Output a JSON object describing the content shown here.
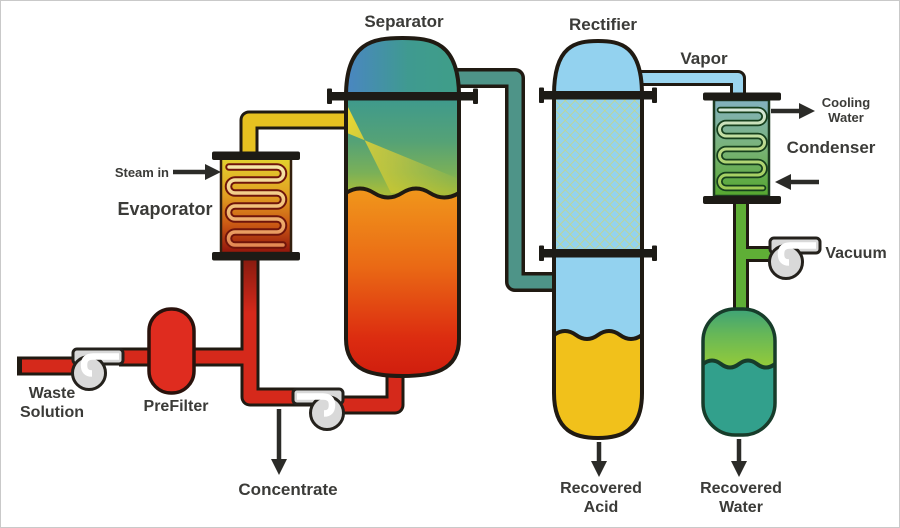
{
  "labels": {
    "separator": "Separator",
    "rectifier": "Rectifier",
    "vapor": "Vapor",
    "cooling_water_line1": "Cooling",
    "cooling_water_line2": "Water",
    "condenser": "Condenser",
    "vacuum": "Vacuum",
    "steam_in": "Steam in",
    "evaporator": "Evaporator",
    "waste_solution_line1": "Waste",
    "waste_solution_line2": "Solution",
    "prefilter": "PreFilter",
    "concentrate": "Concentrate",
    "recovered_acid_line1": "Recovered",
    "recovered_acid_line2": "Acid",
    "recovered_water_line1": "Recovered",
    "recovered_water_line2": "Water"
  },
  "colors": {
    "feed_pipe_red": "#d5291b",
    "heated_feed_yellow": "#e7c120",
    "overhead_pipe_teal": "#4e9488",
    "vapor_pipe_blue": "#9bd5ef",
    "condensate_pipe_green": "#5faf36",
    "recovered_acid_gold": "#f1c11b",
    "separator_liquid_orange_red": "#e85f14",
    "recovered_water_teal": "#32a08c",
    "prefilter_red": "#df2c1f",
    "pump_gray": "#d9d9d9",
    "outline_dark": "#201a12",
    "label_text": "#3b3b38"
  }
}
